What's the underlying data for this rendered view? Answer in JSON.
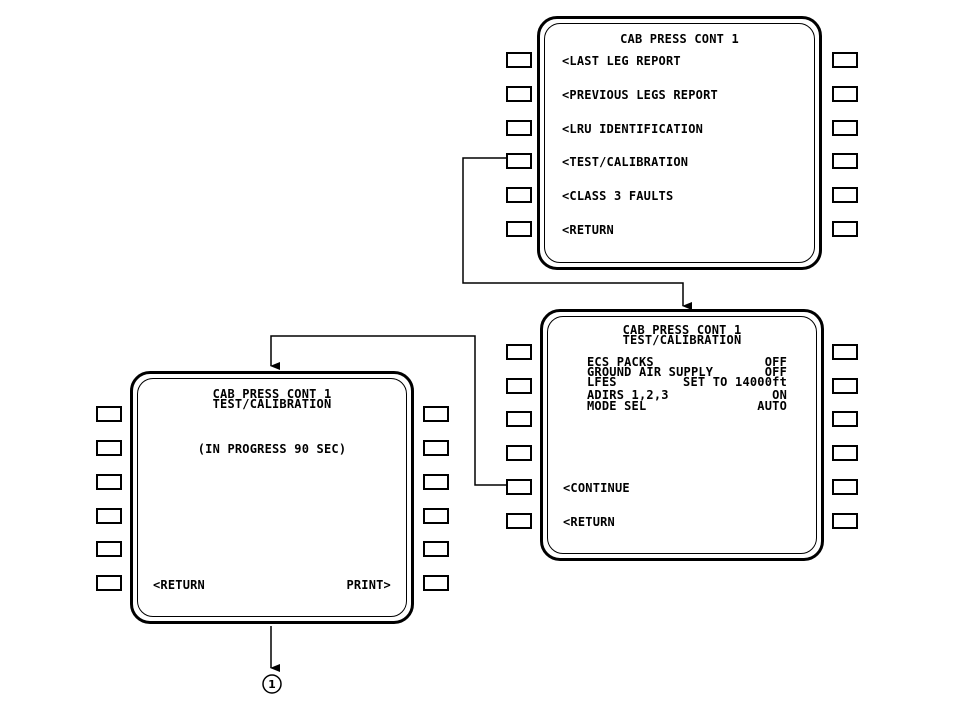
{
  "screen1": {
    "title": "CAB PRESS CONT 1",
    "items": [
      "<LAST LEG REPORT",
      "<PREVIOUS LEGS REPORT",
      "<LRU IDENTIFICATION",
      "<TEST/CALIBRATION",
      "<CLASS 3 FAULTS",
      "<RETURN"
    ]
  },
  "screen2": {
    "title": "CAB PRESS CONT 1",
    "subtitle": "TEST/CALIBRATION",
    "conditions": [
      {
        "label": "ECS PACKS",
        "value": "OFF"
      },
      {
        "label": "GROUND AIR SUPPLY",
        "value": "OFF"
      },
      {
        "label": "LFES",
        "value": "SET TO 14000ft"
      },
      {
        "label": "ADIRS 1,2,3",
        "value": "ON"
      },
      {
        "label": "MODE SEL",
        "value": "AUTO"
      }
    ],
    "continue": "<CONTINUE",
    "return": "<RETURN"
  },
  "screen3": {
    "title": "CAB PRESS CONT 1",
    "subtitle": "TEST/CALIBRATION",
    "status": "(IN PROGRESS 90 SEC)",
    "return": "<RETURN",
    "print": "PRINT>"
  },
  "ref_marker": "1"
}
